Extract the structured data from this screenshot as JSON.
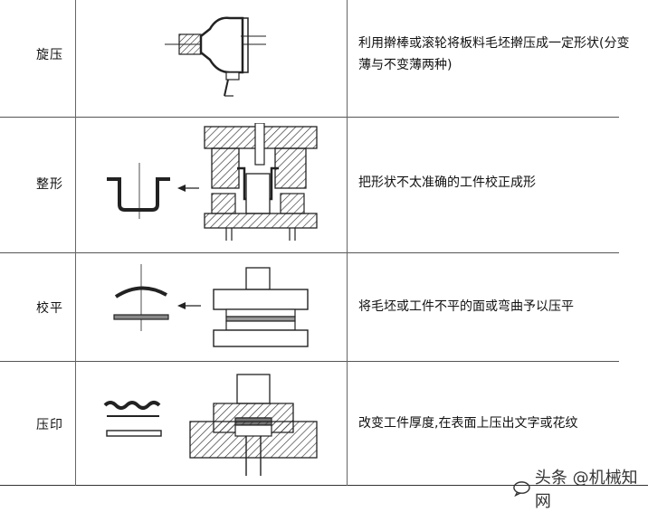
{
  "rows": [
    {
      "name": "旋压",
      "desc": "利用擀棒或滚轮将板料毛坯擀压成一定形状(分变薄与不变薄两种)"
    },
    {
      "name": "整形",
      "desc": "把形状不太准确的工件校正成形"
    },
    {
      "name": "校平",
      "desc": "将毛坯或工件不平的面或弯曲予以压平"
    },
    {
      "name": "压印",
      "desc": "改变工件厚度,在表面上压出文字或花纹"
    }
  ],
  "watermark": {
    "text": "头条 @机械知网",
    "icon": "chat-bubble-icon"
  },
  "colors": {
    "line": "#555555",
    "hatch": "#333333"
  }
}
